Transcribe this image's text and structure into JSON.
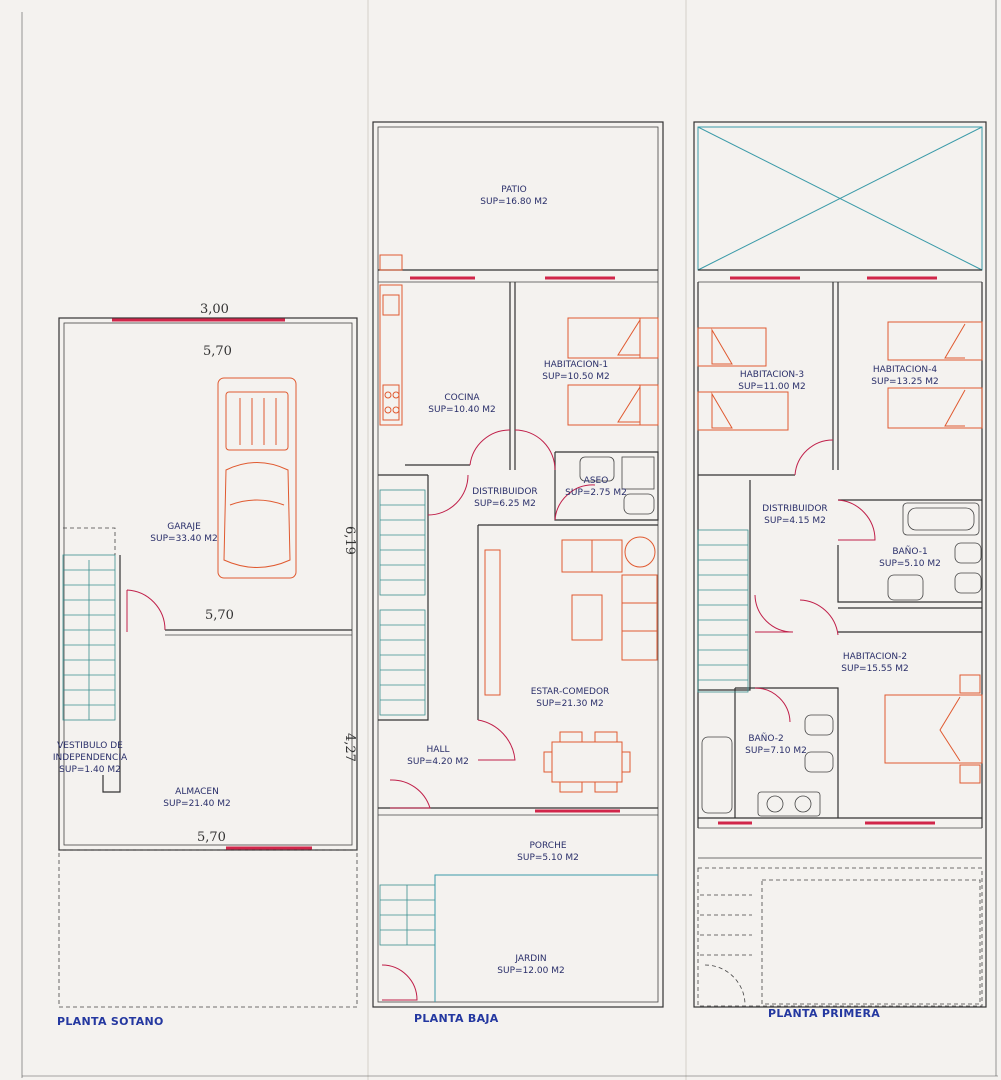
{
  "floors": [
    {
      "title": "PLANTA SOTANO",
      "rooms": [
        {
          "name": "GARAJE",
          "sup": "SUP=33.40 M2"
        },
        {
          "name": "VESTIBULO DE",
          "name2": "INDEPENDENCIA",
          "sup": "SUP=1.40 M2"
        },
        {
          "name": "ALMACEN",
          "sup": "SUP=21.40 M2"
        }
      ],
      "dims": [
        "3,00",
        "5,70",
        "5,70",
        "5,70",
        "6,19",
        "4,27"
      ]
    },
    {
      "title": "PLANTA BAJA",
      "rooms": [
        {
          "name": "PATIO",
          "sup": "SUP=16.80 M2"
        },
        {
          "name": "COCINA",
          "sup": "SUP=10.40 M2"
        },
        {
          "name": "HABITACION-1",
          "sup": "SUP=10.50 M2"
        },
        {
          "name": "DISTRIBUIDOR",
          "sup": "SUP=6.25 M2"
        },
        {
          "name": "ASEO",
          "sup": "SUP=2.75 M2"
        },
        {
          "name": "ESTAR-COMEDOR",
          "sup": "SUP=21.30 M2"
        },
        {
          "name": "HALL",
          "sup": "SUP=4.20 M2"
        },
        {
          "name": "PORCHE",
          "sup": "SUP=5.10 M2"
        },
        {
          "name": "JARDIN",
          "sup": "SUP=12.00 M2"
        }
      ]
    },
    {
      "title": "PLANTA PRIMERA",
      "rooms": [
        {
          "name": "HABITACION-3",
          "sup": "SUP=11.00 M2"
        },
        {
          "name": "HABITACION-4",
          "sup": "SUP=13.25 M2"
        },
        {
          "name": "DISTRIBUIDOR",
          "sup": "SUP=4.15 M2"
        },
        {
          "name": "BAÑO-1",
          "sup": "SUP=5.10 M2"
        },
        {
          "name": "HABITACION-2",
          "sup": "SUP=15.55 M2"
        },
        {
          "name": "BAÑO-2",
          "sup": "SUP=7.10 M2"
        }
      ]
    }
  ],
  "colors": {
    "wall": "#333333",
    "window": "#d1264a",
    "furniture": "#e05a30",
    "stair": "#3a8f8f",
    "title": "#2438a0",
    "label": "#2a2f6a"
  }
}
